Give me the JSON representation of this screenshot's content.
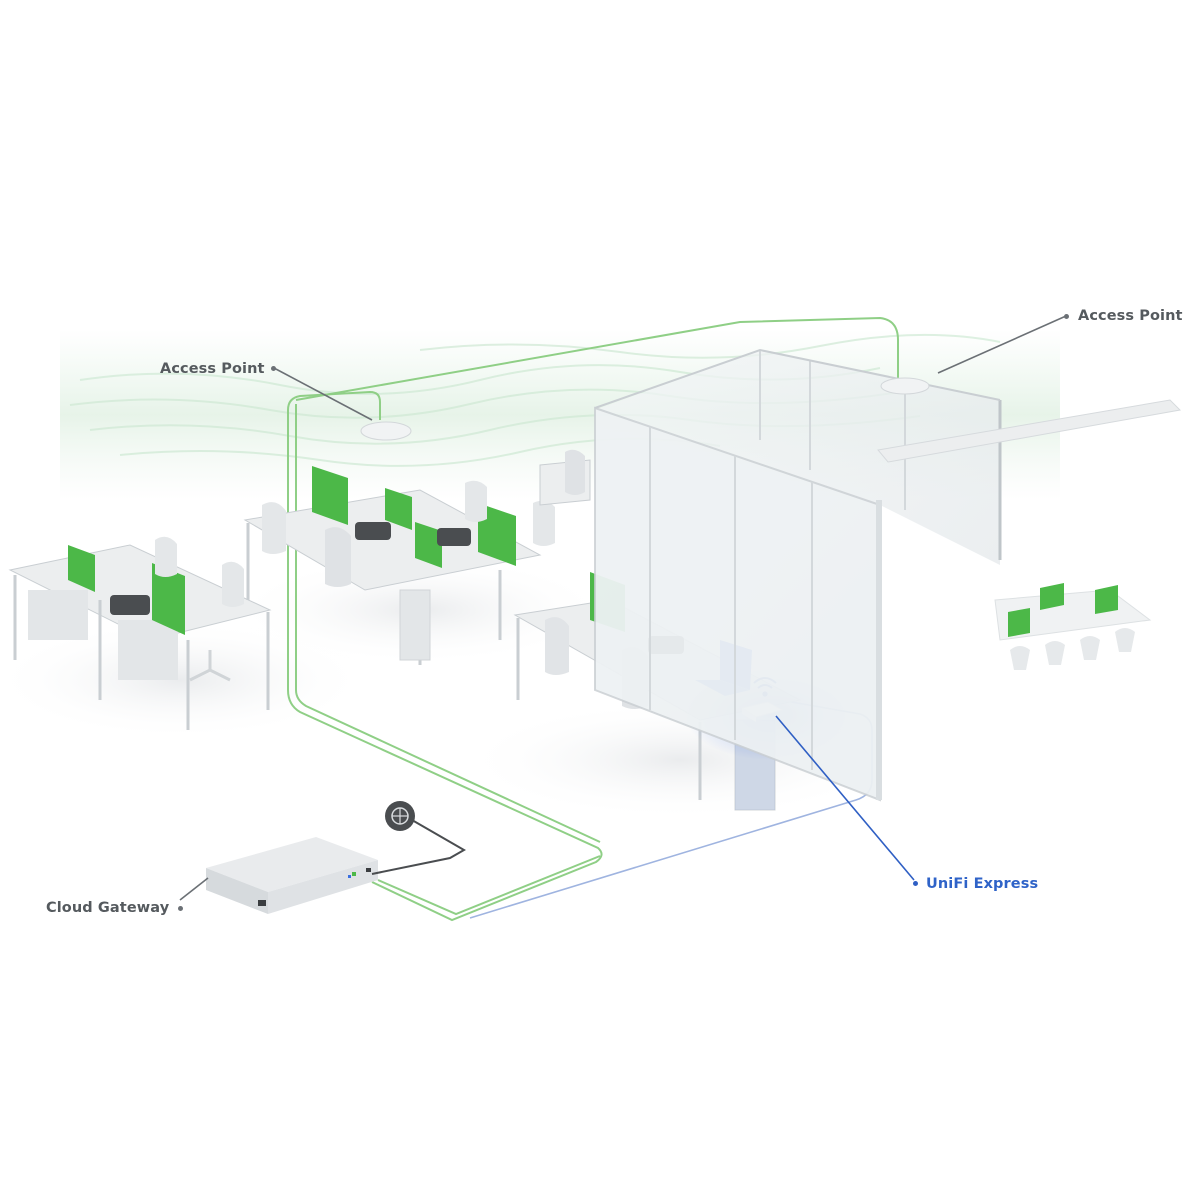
{
  "diagram": {
    "type": "network-topology-illustration",
    "scene": "isometric open-plan office",
    "labels": {
      "access_point_left": "Access Point",
      "access_point_right": "Access Point",
      "cloud_gateway": "Cloud Gateway",
      "unifi_express": "UniFi Express"
    },
    "nodes": [
      {
        "id": "internet",
        "icon": "globe-icon",
        "label": ""
      },
      {
        "id": "cloud_gateway",
        "label": "Cloud Gateway"
      },
      {
        "id": "access_point_left",
        "label": "Access Point"
      },
      {
        "id": "access_point_right",
        "label": "Access Point"
      },
      {
        "id": "unifi_express",
        "label": "UniFi Express",
        "icon": "wifi-icon"
      }
    ],
    "links": [
      {
        "from": "internet",
        "to": "cloud_gateway",
        "style": "dark-cable"
      },
      {
        "from": "cloud_gateway",
        "to": "access_point_left",
        "style": "green-cable"
      },
      {
        "from": "cloud_gateway",
        "to": "access_point_right",
        "style": "green-cable"
      },
      {
        "from": "cloud_gateway",
        "to": "unifi_express",
        "style": "blue-cable"
      }
    ],
    "colors": {
      "background": "#ffffff",
      "green_highlight": "#4cb848",
      "green_cable": "#8fcf86",
      "blue_highlight": "#3a6fe0",
      "blue_label": "#2f63c8",
      "blue_cable": "#9fb4e0",
      "label_dark": "#555a5e",
      "furniture": "#eceeef",
      "furniture_edge": "#c9ced2",
      "glass": "#e7ecef",
      "printer": "#4a4d50"
    }
  }
}
